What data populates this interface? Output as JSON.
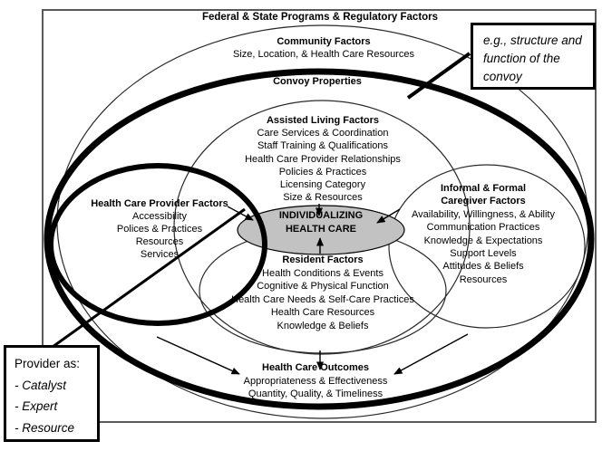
{
  "diagram": {
    "outer_label": "Federal & State Programs & Regulatory Factors",
    "community": {
      "title": "Community Factors",
      "subtitle": "Size, Location, & Health Care Resources"
    },
    "convoy_label": "Convoy Properties",
    "assisted": {
      "title": "Assisted Living Factors",
      "items": [
        "Care Services & Coordination",
        "Staff Training & Qualifications",
        "Health Care Provider Relationships",
        "Policies & Practices",
        "Licensing Category",
        "Size & Resources"
      ]
    },
    "provider": {
      "title": "Health Care Provider Factors",
      "items": [
        "Accessibility",
        "Polices & Practices",
        "Resources",
        "Services"
      ]
    },
    "caregiver": {
      "title_line1": "Informal & Formal",
      "title_line2": "Caregiver Factors",
      "items": [
        "Availability, Willingness, & Ability",
        "Communication Practices",
        "Knowledge & Expectations",
        "Support Levels",
        "Attitudes & Beliefs",
        "Resources"
      ]
    },
    "center": {
      "line1": "INDIVIDUALIZING",
      "line2": "HEALTH CARE"
    },
    "resident": {
      "title": "Resident Factors",
      "items": [
        "Health Conditions & Events",
        "Cognitive & Physical Function",
        "Health Care Needs & Self-Care Practices",
        "Health Care Resources",
        "Knowledge & Beliefs"
      ]
    },
    "outcomes": {
      "title": "Health Care Outcomes",
      "items": [
        "Appropriateness & Effectiveness",
        "Quantity, Quality, & Timeliness"
      ]
    },
    "callout_convoy": {
      "lines": [
        "e.g., structure and",
        "function of the",
        "convoy"
      ]
    },
    "callout_provider": {
      "title": "Provider as:",
      "items": [
        "- Catalyst",
        "- Expert",
        "- Resource"
      ]
    }
  },
  "colors": {
    "center_fill": "#c2c2c2",
    "ink": "#000000"
  }
}
